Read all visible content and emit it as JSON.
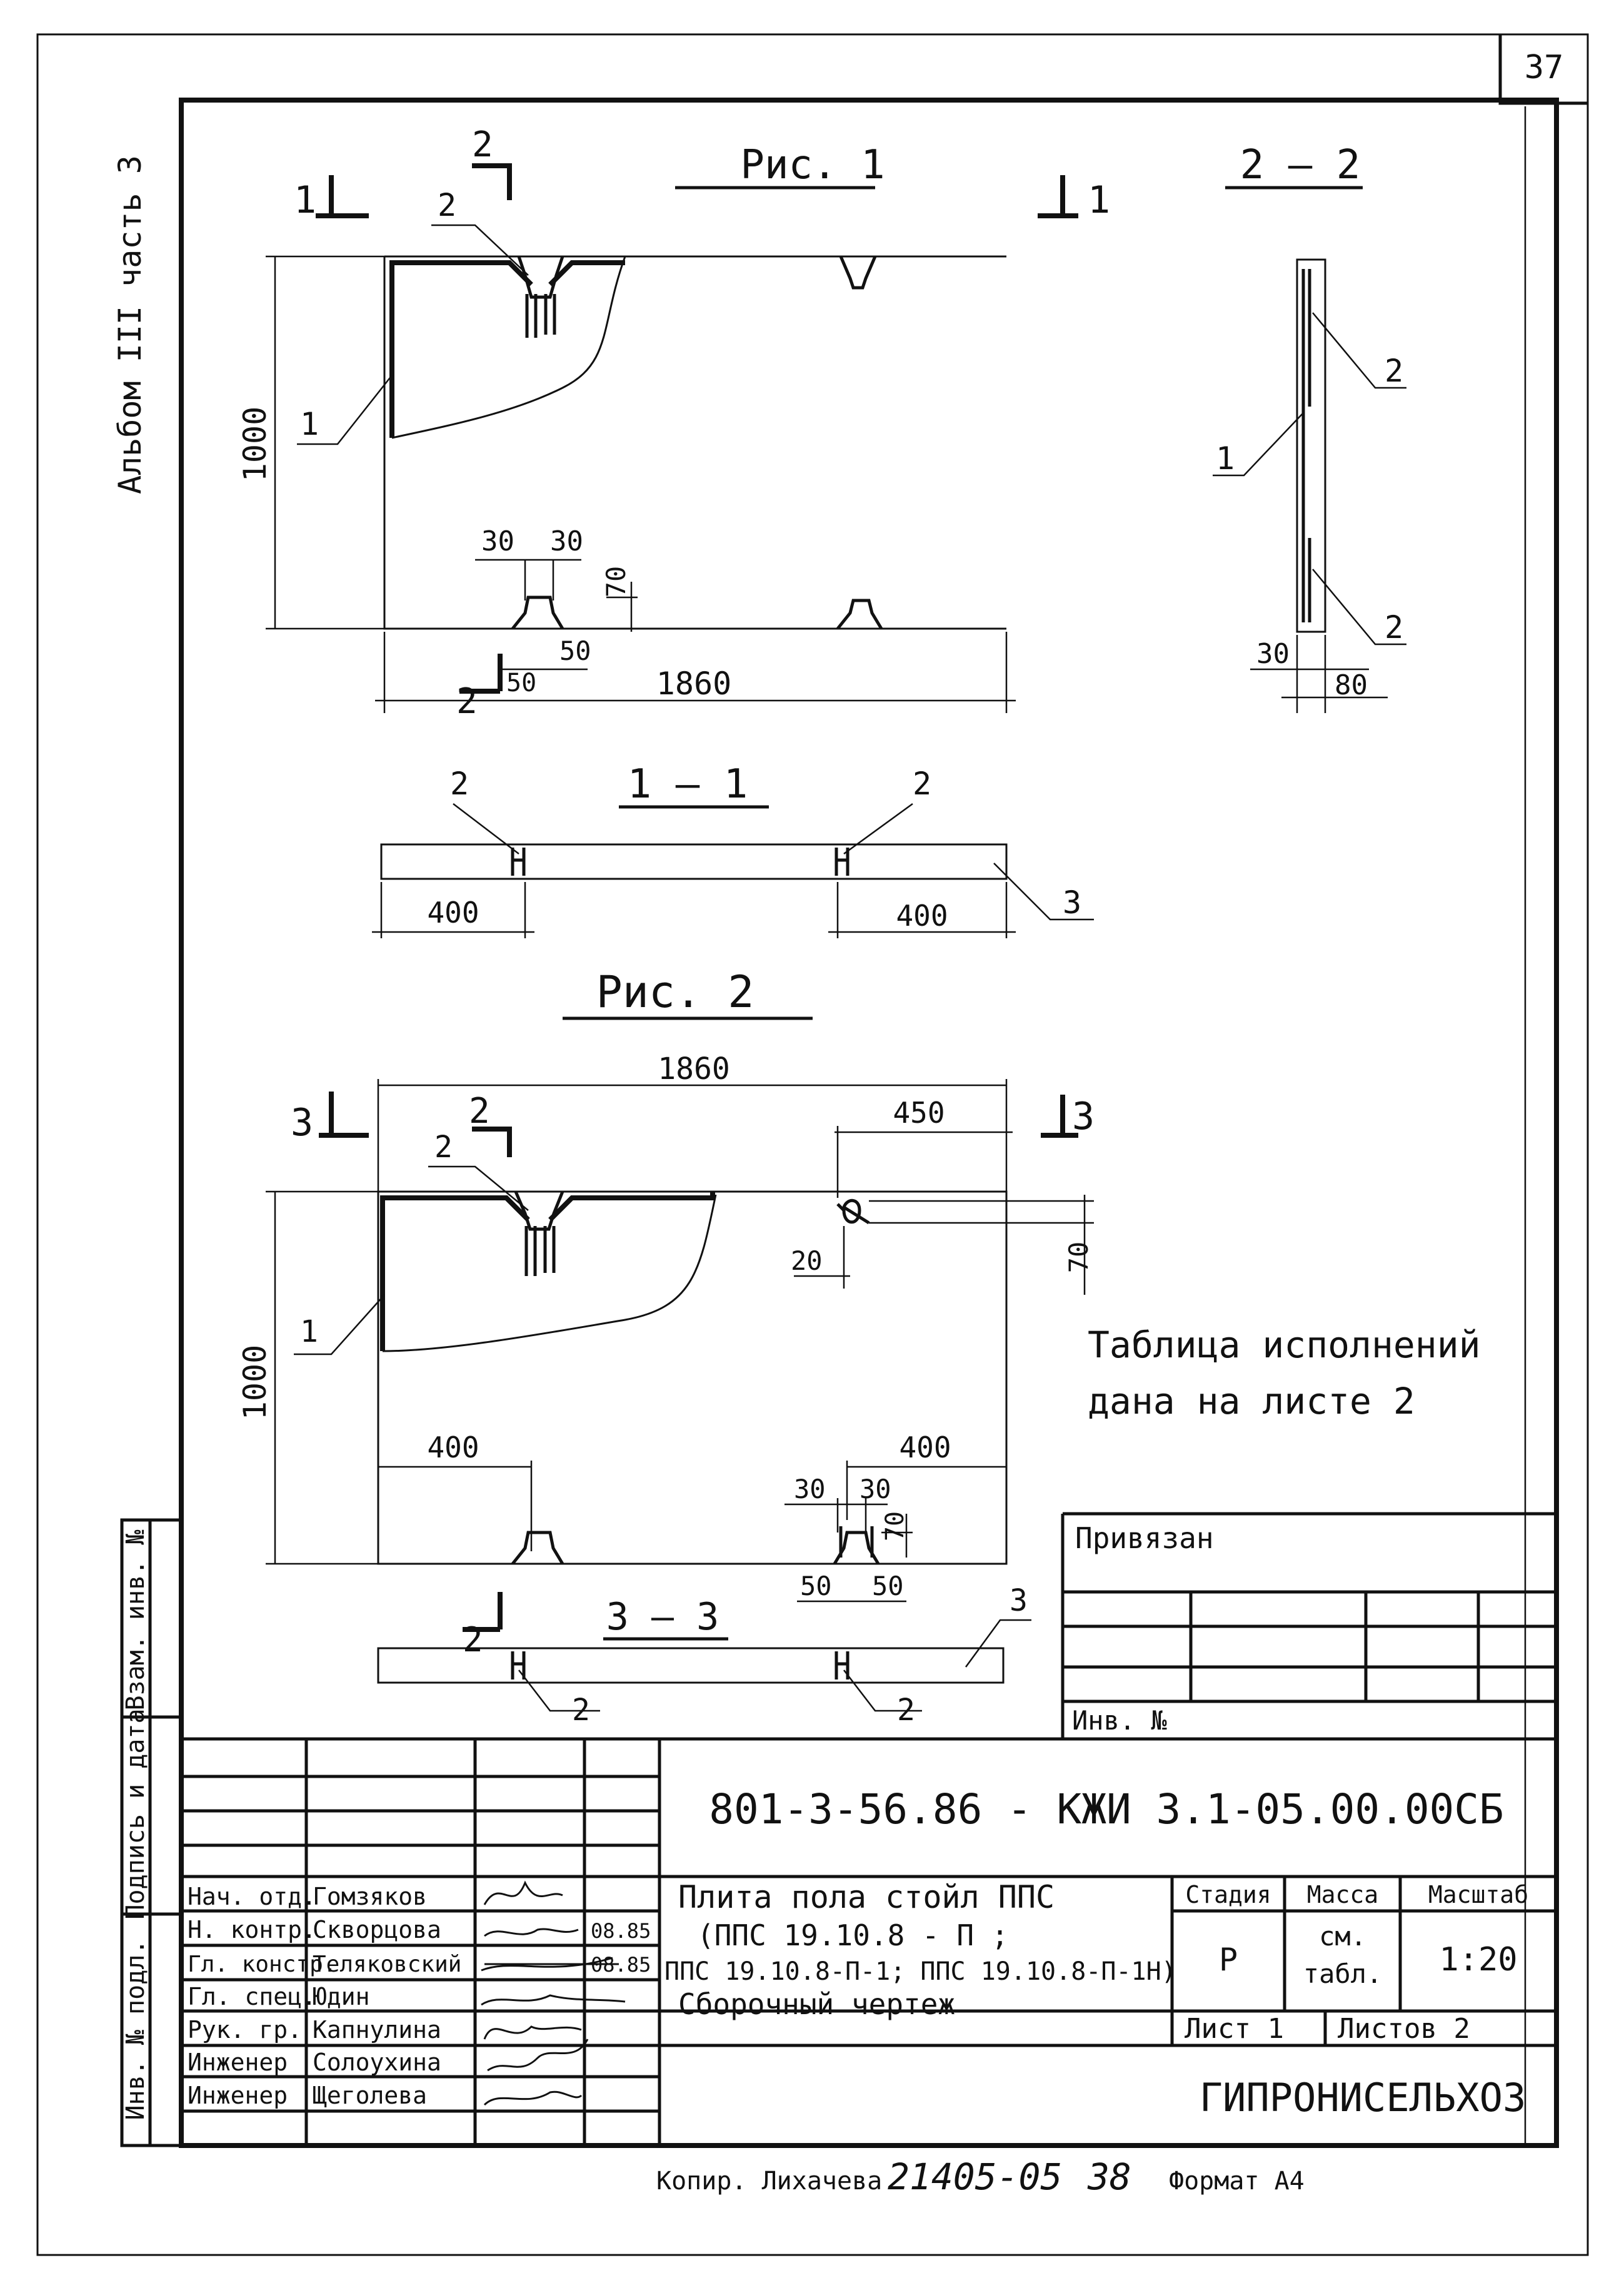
{
  "page_number": "37",
  "album_label": "Альбом III часть 3",
  "fig1": {
    "title": "Рис. 1",
    "section_cut_left": "1",
    "section_cut_right": "1",
    "cut2_top": "2",
    "cut2_bottom": "2",
    "leader_pos1": "1",
    "leader_pos2": "2",
    "dim_height": "1000",
    "dim_width": "1860",
    "dim_30a": "30",
    "dim_30b": "30",
    "dim_70": "70",
    "dim_50a": "50",
    "dim_50b": "50"
  },
  "section22": {
    "title": "2 — 2",
    "leader_top": "2",
    "leader_mid": "1",
    "leader_bot": "2",
    "dim_30": "30",
    "dim_80": "80"
  },
  "section11": {
    "title": "1 — 1",
    "pos_left": "2",
    "pos_right": "2",
    "pos3": "3",
    "dim_left": "400",
    "dim_right": "400"
  },
  "fig2": {
    "title": "Рис. 2",
    "cut_left": "3",
    "cut_right": "3",
    "cut2_top": "2",
    "cut2_bottom": "2",
    "leader_pos1": "1",
    "leader_pos2": "2",
    "dim_width": "1860",
    "dim_450": "450",
    "dim_20": "20",
    "dim_70": "70",
    "dim_height": "1000",
    "dim_400a": "400",
    "dim_400b": "400",
    "dim_30a": "30",
    "dim_30b": "30",
    "dim_70b": "70",
    "dim_50a": "50",
    "dim_50b": "50"
  },
  "section33": {
    "title": "3 — 3",
    "pos_left": "2",
    "pos_right": "2",
    "pos3": "3"
  },
  "note": {
    "line1": "Таблица исполнений",
    "line2": "дана на листе 2"
  },
  "binding_box": {
    "title": "Привязан",
    "inv": "Инв. №"
  },
  "side_stamp": {
    "col1": "Инв. № подл.",
    "col2": "Подпись и дата",
    "col3": "Взам. инв. №"
  },
  "title_block": {
    "code": "801-3-56.86 - КЖИ 3.1-05.00.00СБ",
    "name_line1": "Плита пола стойл ППС",
    "name_line2": "(ППС 19.10.8 - П ;",
    "name_line3": "ППС 19.10.8-П-1; ППС 19.10.8-П-1Н)",
    "name_line4": "Сборочный чертеж",
    "stage_h": "Стадия",
    "mass_h": "Масса",
    "scale_h": "Масштаб",
    "stage_v": "Р",
    "mass_v1": "см.",
    "mass_v2": "табл.",
    "scale_v": "1:20",
    "sheet_label": "Лист 1",
    "sheets_label": "Листов 2",
    "org": "ГИПРОНИСЕЛЬХОЗ",
    "roles": [
      {
        "role": "Нач. отд.",
        "name": "Гомзяков",
        "date": ""
      },
      {
        "role": "Н. контр.",
        "name": "Скворцова",
        "date": "08.85"
      },
      {
        "role": "Гл. констр.",
        "name": "Теляковский",
        "date": "08.85"
      },
      {
        "role": "Гл. спец.",
        "name": "Юдин",
        "date": ""
      },
      {
        "role": "Рук. гр.",
        "name": "Капнулина",
        "date": ""
      },
      {
        "role": "Инженер",
        "name": "Солоухина",
        "date": ""
      },
      {
        "role": "Инженер",
        "name": "Щеголева",
        "date": ""
      }
    ]
  },
  "footer": {
    "copier": "Копир. Лихачева",
    "number": "21405-05",
    "page": "38",
    "format": "Формат А4"
  }
}
